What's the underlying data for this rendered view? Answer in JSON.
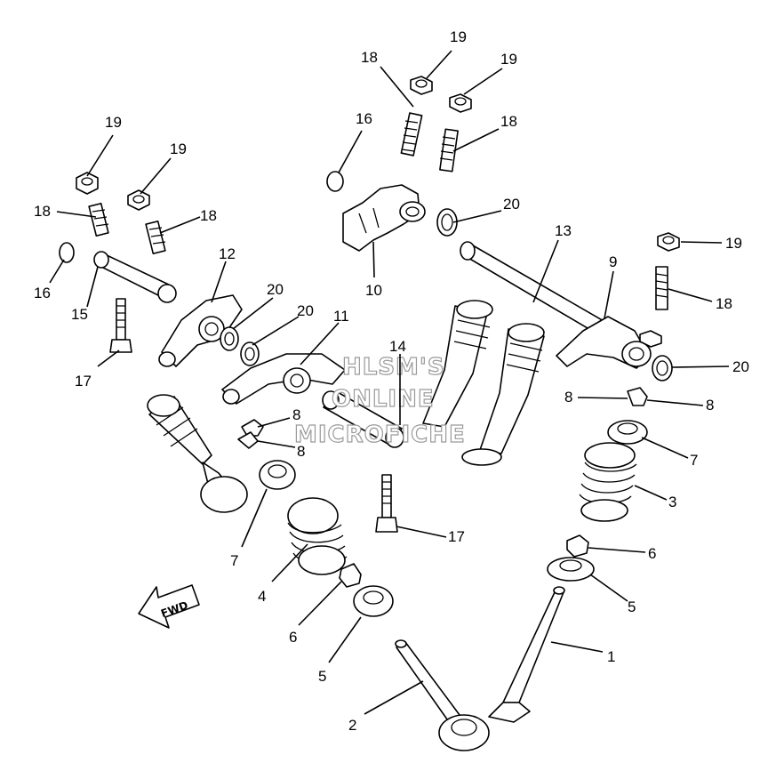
{
  "watermark": {
    "line1": "HLSM'S",
    "line2": "ONLINE",
    "line3": "MICROFICHE"
  },
  "fwd_label": "FWD",
  "callouts": [
    {
      "id": "c19a",
      "text": "19"
    },
    {
      "id": "c18a",
      "text": "18"
    },
    {
      "id": "c19b",
      "text": "19"
    },
    {
      "id": "c16a",
      "text": "16"
    },
    {
      "id": "c18b",
      "text": "18"
    },
    {
      "id": "c20a",
      "text": "20"
    },
    {
      "id": "c10",
      "text": "10"
    },
    {
      "id": "c13",
      "text": "13"
    },
    {
      "id": "c19c",
      "text": "19"
    },
    {
      "id": "c9",
      "text": "9"
    },
    {
      "id": "c18c",
      "text": "18"
    },
    {
      "id": "c20b",
      "text": "20"
    },
    {
      "id": "c19d",
      "text": "19"
    },
    {
      "id": "c19e",
      "text": "19"
    },
    {
      "id": "c18d",
      "text": "18"
    },
    {
      "id": "c18e",
      "text": "18"
    },
    {
      "id": "c16b",
      "text": "16"
    },
    {
      "id": "c12",
      "text": "12"
    },
    {
      "id": "c15",
      "text": "15"
    },
    {
      "id": "c20c",
      "text": "20"
    },
    {
      "id": "c20d",
      "text": "20"
    },
    {
      "id": "c11",
      "text": "11"
    },
    {
      "id": "c17a",
      "text": "17"
    },
    {
      "id": "c14",
      "text": "14"
    },
    {
      "id": "c8a",
      "text": "8"
    },
    {
      "id": "c8b",
      "text": "8"
    },
    {
      "id": "c8c",
      "text": "8"
    },
    {
      "id": "c8d",
      "text": "8"
    },
    {
      "id": "c7a",
      "text": "7"
    },
    {
      "id": "c7b",
      "text": "7"
    },
    {
      "id": "c3",
      "text": "3"
    },
    {
      "id": "c17b",
      "text": "17"
    },
    {
      "id": "c4",
      "text": "4"
    },
    {
      "id": "c6a",
      "text": "6"
    },
    {
      "id": "c6b",
      "text": "6"
    },
    {
      "id": "c5a",
      "text": "5"
    },
    {
      "id": "c5b",
      "text": "5"
    },
    {
      "id": "c1",
      "text": "1"
    },
    {
      "id": "c2",
      "text": "2"
    }
  ]
}
